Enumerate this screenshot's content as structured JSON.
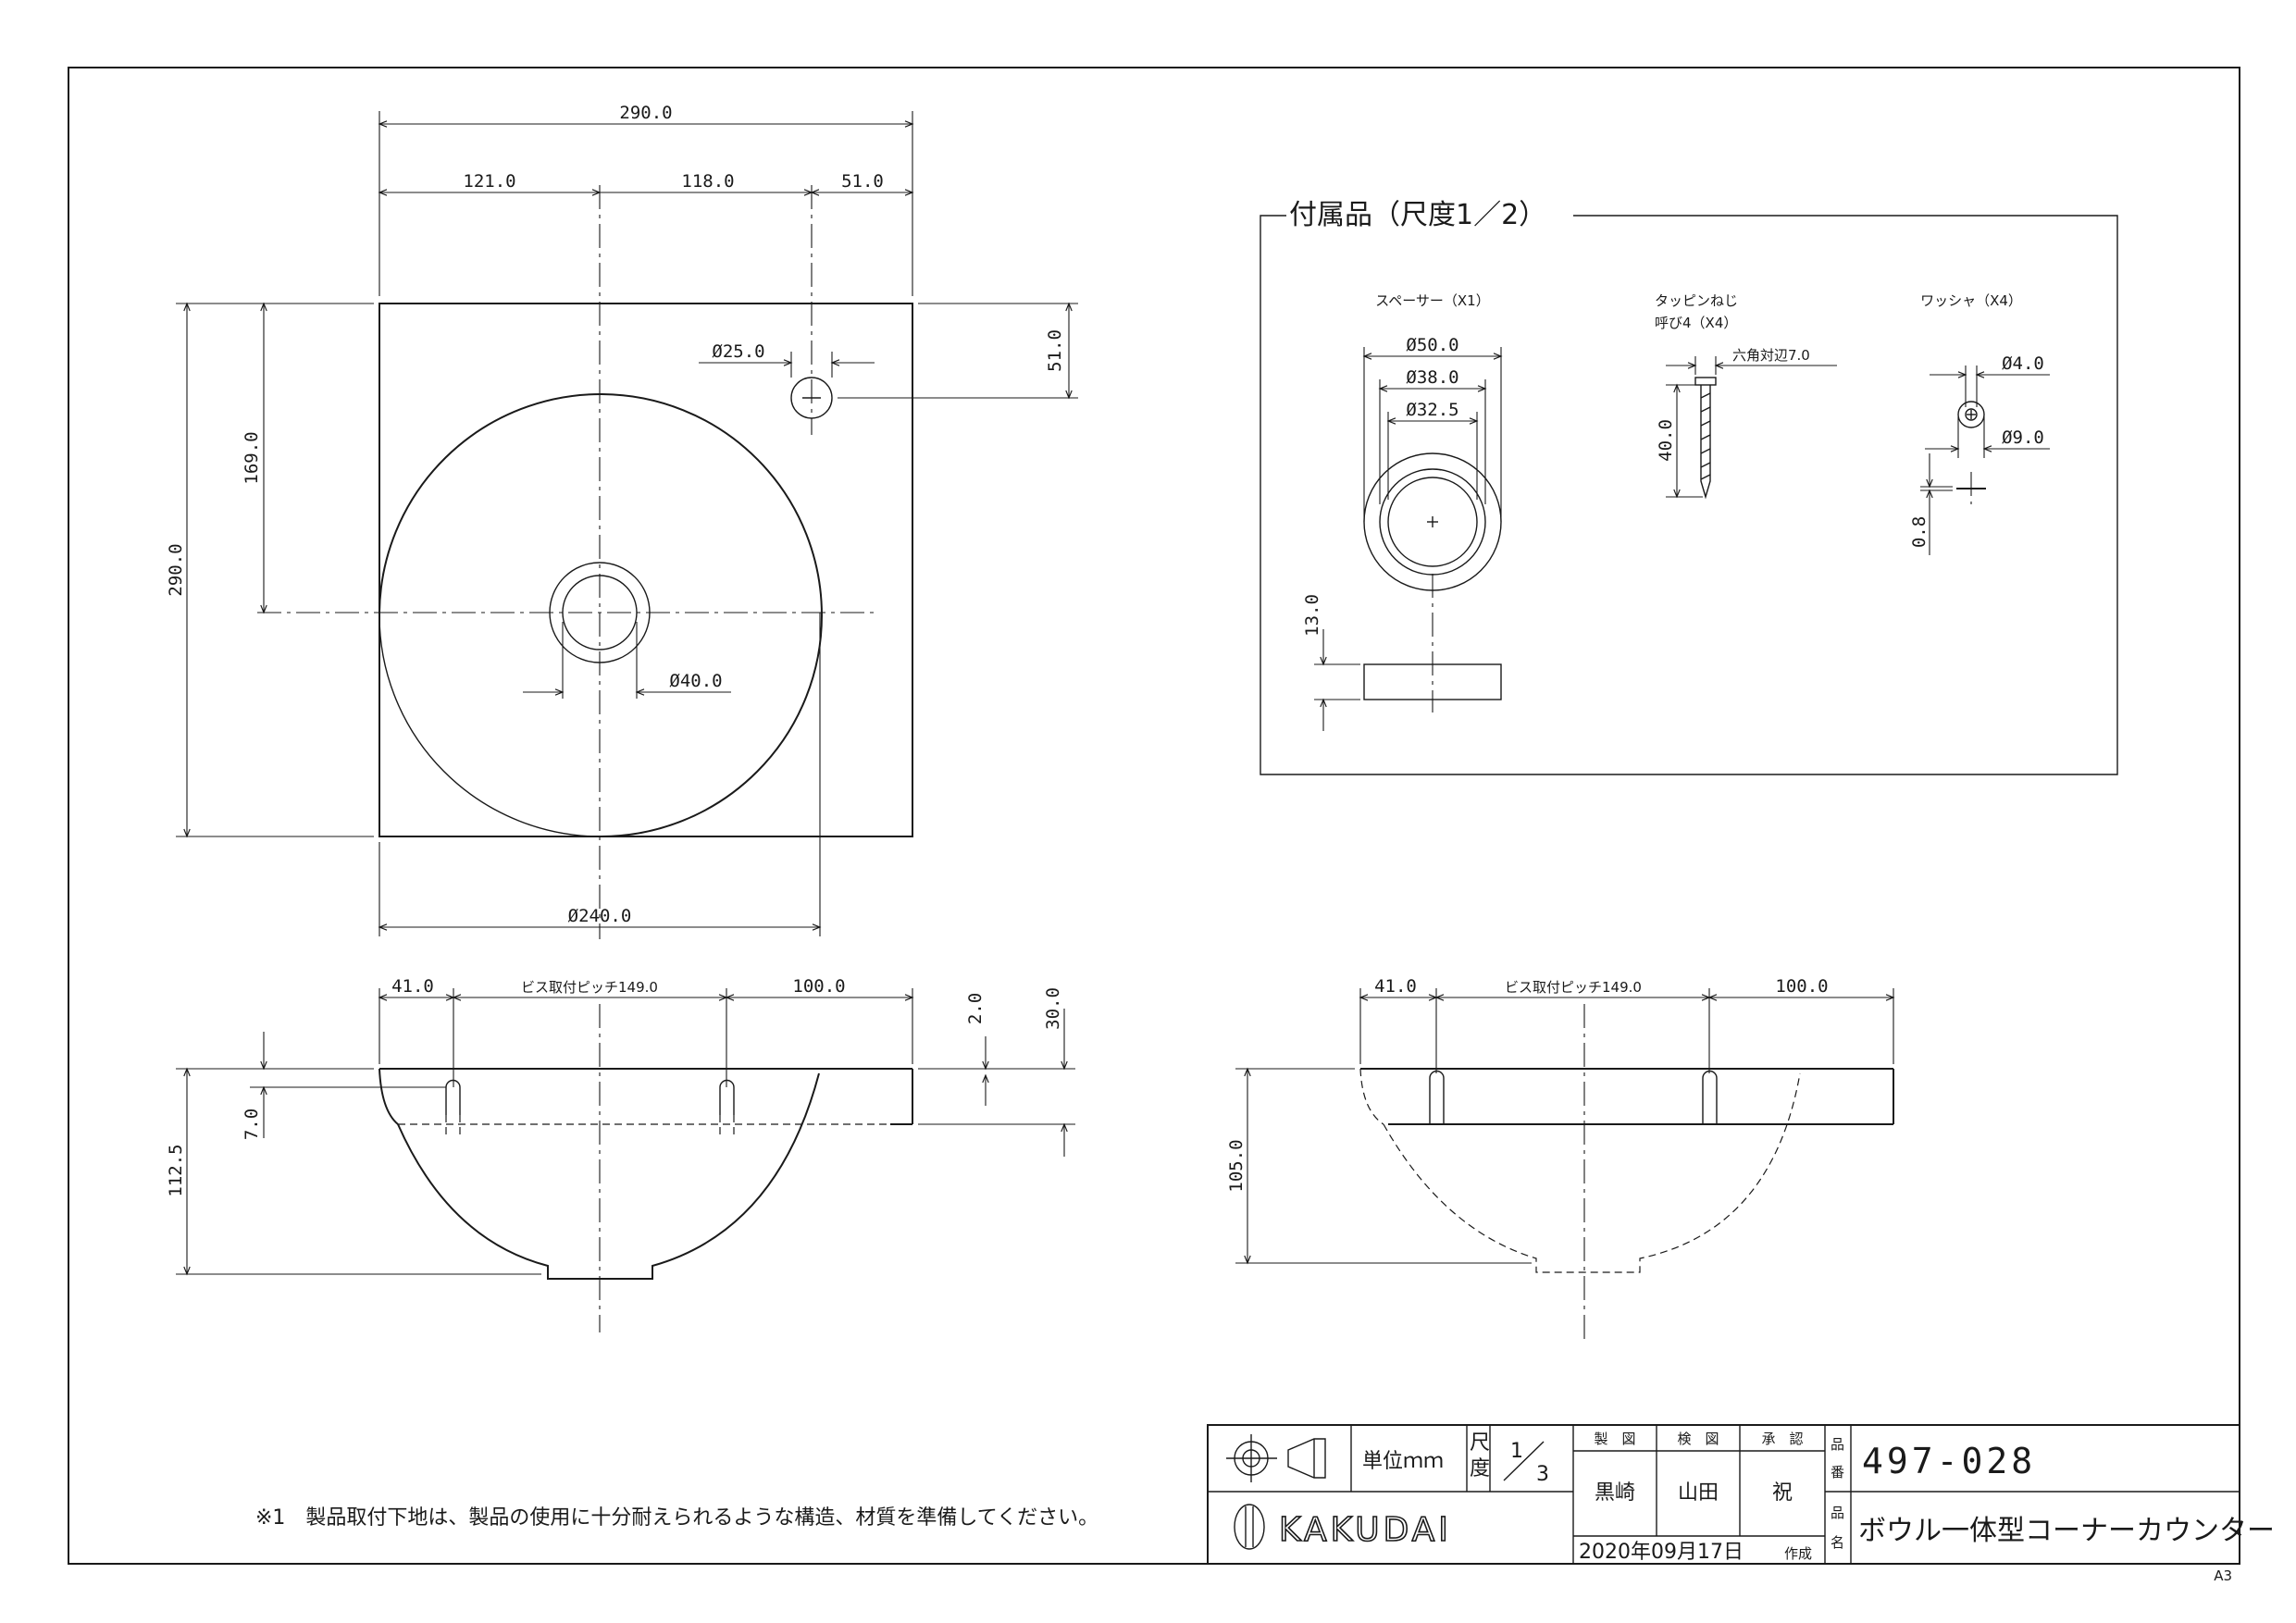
{
  "top_view": {
    "dim_overall_width": "290.0",
    "dim_left": "121.0",
    "dim_middle": "118.0",
    "dim_right": "51.0",
    "dim_faucet_hole_dia": "Ø25.0",
    "dim_faucet_hole_offset": "51.0",
    "dim_drain_offset": "169.0",
    "dim_overall_depth": "290.0",
    "dim_drain_dia": "Ø40.0",
    "dim_bowl_dia": "Ø240.0"
  },
  "front_view": {
    "dim_left": "41.0",
    "dim_screw_pitch": "ビス取付ピッチ149.0",
    "dim_right": "100.0",
    "dim_small_top": "2.0",
    "dim_counter_thickness": "30.0",
    "dim_slot_depth": "7.0",
    "dim_total_height": "112.5"
  },
  "side_view": {
    "dim_left": "41.0",
    "dim_screw_pitch": "ビス取付ピッチ149.0",
    "dim_right": "100.0",
    "dim_total_height": "105.0"
  },
  "accessories": {
    "title": "付属品（尺度1／2）",
    "spacer_label": "スペーサー（X1）",
    "spacer_dia_outer": "Ø50.0",
    "spacer_dia_mid": "Ø38.0",
    "spacer_dia_inner": "Ø32.5",
    "spacer_height": "13.0",
    "screw_label_1": "タッピンねじ",
    "screw_label_2": "呼び4（X4）",
    "screw_hex": "六角対辺7.0",
    "screw_length": "40.0",
    "washer_label": "ワッシャ（X4）",
    "washer_inner": "Ø4.0",
    "washer_outer": "Ø9.0",
    "washer_thickness": "0.8"
  },
  "note": "※1　製品取付下地は、製品の使用に十分耐えられるような構造、材質を準備してください。",
  "title_block": {
    "unit_label": "単位ｍｍ",
    "scale_label_1": "尺",
    "scale_label_2": "度",
    "scale_num": "1",
    "scale_den": "3",
    "designed_header": "製　図",
    "checked_header": "検　図",
    "approved_header": "承　認",
    "designed_by": "黒崎",
    "checked_by": "山田",
    "approved_by": "祝",
    "date": "2020年09月17日",
    "date_suffix": "作成",
    "part_no_label_1": "品",
    "part_no_label_2": "番",
    "part_name_label_1": "品",
    "part_name_label_2": "名",
    "part_number": "497-028",
    "product_name": "ボウル一体型コーナーカウンター",
    "company": "KAKUDAI"
  },
  "sheet_size": "A3"
}
